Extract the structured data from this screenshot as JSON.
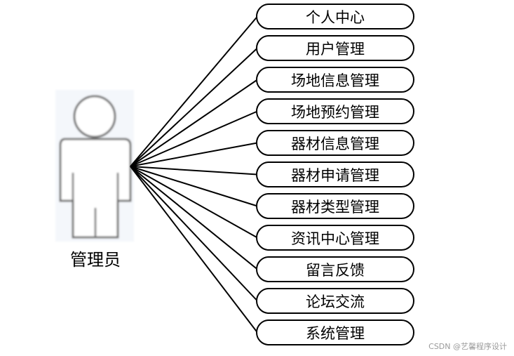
{
  "actor": {
    "label": "管理员",
    "icon": "person-icon"
  },
  "use_cases": [
    "个人中心",
    "用户管理",
    "场地信息管理",
    "场地预约管理",
    "器材信息管理",
    "器材申请管理",
    "器材类型管理",
    "资讯中心管理",
    "留言反馈",
    "论坛交流",
    "系统管理"
  ],
  "watermark": "CSDN @艺馨程序设计"
}
